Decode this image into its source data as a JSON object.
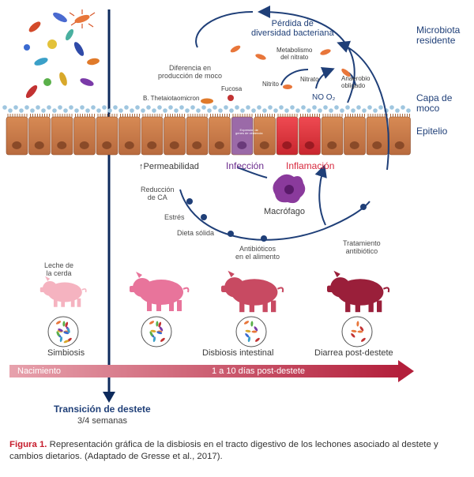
{
  "labels": {
    "microbiota": "Microbiota\nresidente",
    "mucus": "Capa de\nmoco",
    "epithelium": "Epitelio",
    "diversity_loss": "Pérdida de\ndiversidad bacteriana",
    "nitrate_metabolism": "Metabolismo\ndel nitrato",
    "mucus_production": "Diferencia en\nproducción de moco",
    "b_theta": "B. Thetaiotaomicron",
    "fucose": "Fucosa",
    "nitrite": "Nitrito",
    "nitrate": "Nitrato",
    "anaerobe": "Anaerobio\nobligado",
    "no_o2": "NO O₂",
    "virulence": "Expresión de\ngenes de virulencia",
    "permeability": "↑Permeabilidad",
    "infection": "Infección",
    "inflammation": "Inflamación",
    "ca_reduction": "Reducción\nde CA",
    "stress": "Estrés",
    "solid_diet": "Dieta sólida",
    "macrophage": "Macrófago",
    "antibiotics_food": "Antibióticos\nen el alimento",
    "antibiotic_treatment": "Tratamiento\nantibiótico",
    "sow_milk": "Leche de\nla cerda",
    "symbiosis": "Simbiosis",
    "dysbiosis": "Disbiosis intestinal",
    "diarrhea": "Diarrea post-destete",
    "birth": "Nacimiento",
    "post_weaning": "1 a 10 días post-destete",
    "weaning_title": "Transición de destete",
    "weaning_weeks": "3/4 semanas"
  },
  "caption": {
    "prefix": "Figura 1.",
    "text": " Representación gráfica de la disbiosis en el tracto digestivo de los lechones asociado al destete y cambios dietarios. (Adaptado de Gresse et al., 2017)."
  },
  "colors": {
    "navy": "#0d2a5c",
    "purple_text": "#6a2a8c",
    "red_text": "#d7283d",
    "cell_brown": "#c87a48",
    "cell_red": "#d9363e",
    "cell_purple": "#9b6aa8",
    "mucus": "#9fc6df",
    "timeline": "#c2334c",
    "pig1": "#f5b3c0",
    "pig2": "#e8749b",
    "pig3": "#c84a62",
    "pig4": "#9a1f3a"
  }
}
